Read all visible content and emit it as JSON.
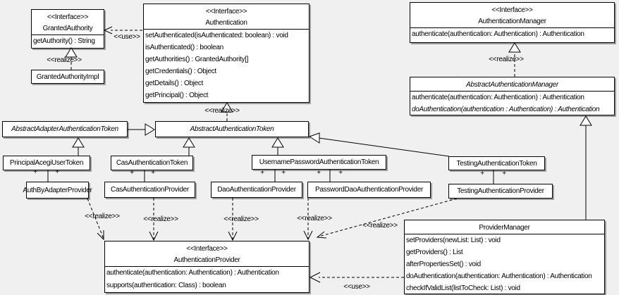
{
  "diagram": {
    "type": "uml-class-diagram",
    "background_color": "#f0f0f0",
    "box_fill_color": "#ffffff",
    "line_color": "#000000",
    "classes": {
      "granted_authority": {
        "stereotype": "<<Interface>>",
        "name": "GrantedAuthority",
        "methods": [
          "getAuthority() : String"
        ]
      },
      "granted_authority_impl": {
        "name": "GrantedAuthorityImpl"
      },
      "authentication": {
        "stereotype": "<<Interface>>",
        "name": "Authentication",
        "methods": [
          "setAuthenticated(isAuthenticated: boolean) : void",
          "isAuthenticated() : boolean",
          "getAuthorities() : GrantedAuthority[]",
          "getCredentials() : Object",
          "getDetails() : Object",
          "getPrincipal() : Object"
        ]
      },
      "authentication_manager": {
        "stereotype": "<<Interface>>",
        "name": "AuthenticationManager",
        "methods": [
          "authenticate(authentication: Authentication) : Authentication"
        ]
      },
      "abstract_authentication_manager": {
        "name": "AbstractAuthenticationManager",
        "methods": [
          "authenticate(authentication: Authentication) : Authentication",
          "doAuthentication(authentication : Authentication) : Authentication"
        ]
      },
      "abstract_adapter_authentication_token": {
        "name": "AbstractAdapterAuthenticationToken"
      },
      "abstract_authentication_token": {
        "name": "AbstractAuthenticationToken"
      },
      "principal_acegi_user_token": {
        "name": "PrincipalAcegiUserToken"
      },
      "cas_authentication_token": {
        "name": "CasAuthenticationToken"
      },
      "username_password_authentication_token": {
        "name": "UsernamePasswordAuthenticationToken"
      },
      "testing_authentication_token": {
        "name": "TestingAuthenticationToken"
      },
      "auth_by_adapter_provider": {
        "name": "AuthByAdapterProvider"
      },
      "cas_authentication_provider": {
        "name": "CasAuthenticationProvider"
      },
      "dao_authentication_provider": {
        "name": "DaoAuthenticationProvider"
      },
      "password_dao_authentication_provider": {
        "name": "PasswordDaoAuthenticationProvider"
      },
      "testing_authentication_provider": {
        "name": "TestingAuthenticationProvider"
      },
      "authentication_provider": {
        "stereotype": "<<Interface>>",
        "name": "AuthenticationProvider",
        "methods": [
          "authenticate(authentication: Authentication) : Authentication",
          "supports(authentication: Class) : boolean"
        ]
      },
      "provider_manager": {
        "name": "ProviderManager",
        "methods": [
          "setProviders(newList: List) : void",
          "getProviders() : List",
          "afterPropertiesSet() : void",
          "doAuthentication(authentication: Authentication) : Authentication",
          "checkIfValidList(listToCheck: List) : void"
        ]
      }
    },
    "edge_labels": {
      "use_granted_authority": "<<use>>",
      "realize_granted_authority": "<<realize>>",
      "realize_authentication": "<<realize>>",
      "realize_authentication_manager": "<<realize>>",
      "realize_auth_by_adapter": "<<realize>>",
      "realize_cas": "<<realize>>",
      "realize_dao": "<<realize>>",
      "realize_password_dao": "<<realize>>",
      "realize_testing": "<<realize>>",
      "use_provider_manager": "<<use>>",
      "plus": "+"
    }
  }
}
